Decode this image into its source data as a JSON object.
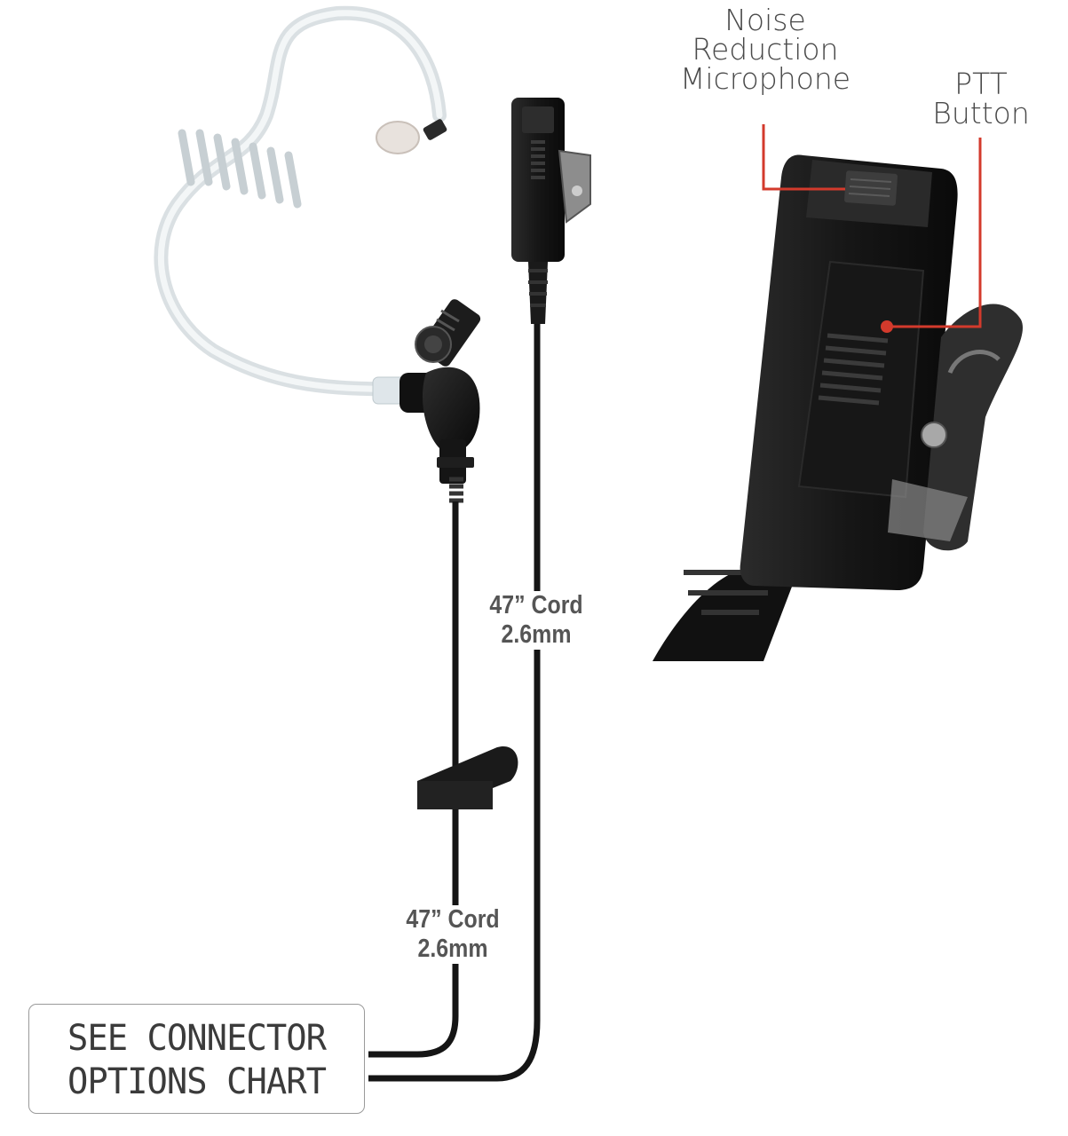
{
  "labels": {
    "noise_mic": [
      "Noise",
      "Reduction",
      "Microphone"
    ],
    "ptt": [
      "PTT",
      "Button"
    ]
  },
  "cords": {
    "upper": {
      "length": "47” Cord",
      "gauge": "2.6mm"
    },
    "lower": {
      "length": "47” Cord",
      "gauge": "2.6mm"
    }
  },
  "connector": {
    "line1": "SEE CONNECTOR",
    "line2": "OPTIONS CHART"
  },
  "colors": {
    "callout": "#d33a2c",
    "device": "#1a1a1a",
    "text": "#4a4a4a"
  }
}
